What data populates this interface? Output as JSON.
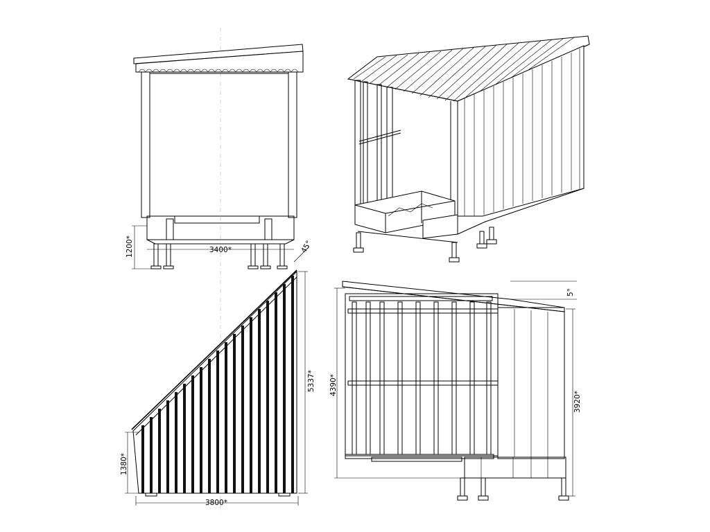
{
  "dimensions": {
    "front_base_height": "1200*",
    "front_width": "3400*",
    "front_angle": "45°",
    "side_low_height": "1380*",
    "side_length": "3800*",
    "side_high_height": "5337*",
    "top_total_length": "4390*",
    "top_width": "3920*",
    "roof_slope": "5°"
  }
}
